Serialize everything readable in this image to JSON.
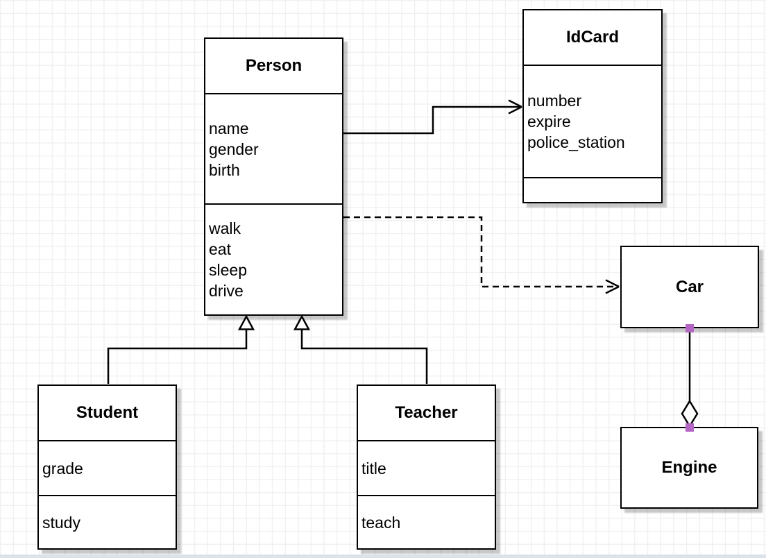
{
  "diagram": {
    "classes": [
      {
        "title": "Person",
        "attributes": [
          "name",
          "gender",
          "birth"
        ],
        "methods": [
          "walk",
          "eat",
          "sleep",
          "drive"
        ]
      },
      {
        "title": "IdCard",
        "attributes": [
          "number",
          "expire",
          "police_station"
        ],
        "methods": []
      },
      {
        "title": "Car",
        "attributes": [],
        "methods": []
      },
      {
        "title": "Engine",
        "attributes": [],
        "methods": []
      },
      {
        "title": "Student",
        "attributes": [
          "grade"
        ],
        "methods": [
          "study"
        ]
      },
      {
        "title": "Teacher",
        "attributes": [
          "title"
        ],
        "methods": [
          "teach"
        ]
      }
    ],
    "relationships": [
      {
        "from": "Person",
        "to": "IdCard",
        "type": "association",
        "line": "solid",
        "end": "open-arrow"
      },
      {
        "from": "Person",
        "to": "Car",
        "type": "dependency",
        "line": "dashed",
        "end": "open-arrow"
      },
      {
        "from": "Student",
        "to": "Person",
        "type": "generalization",
        "line": "solid",
        "end": "hollow-triangle"
      },
      {
        "from": "Teacher",
        "to": "Person",
        "type": "generalization",
        "line": "solid",
        "end": "hollow-triangle"
      },
      {
        "from": "Car",
        "to": "Engine",
        "type": "aggregation",
        "line": "solid",
        "end": "hollow-diamond"
      }
    ],
    "colors": {
      "box_fill": "#ffffff",
      "box_border": "#000000",
      "grid_line": "#f1f1f1",
      "connection_handle": "#b566c4",
      "bottom_edge_strip": "#dbe2ea"
    }
  }
}
